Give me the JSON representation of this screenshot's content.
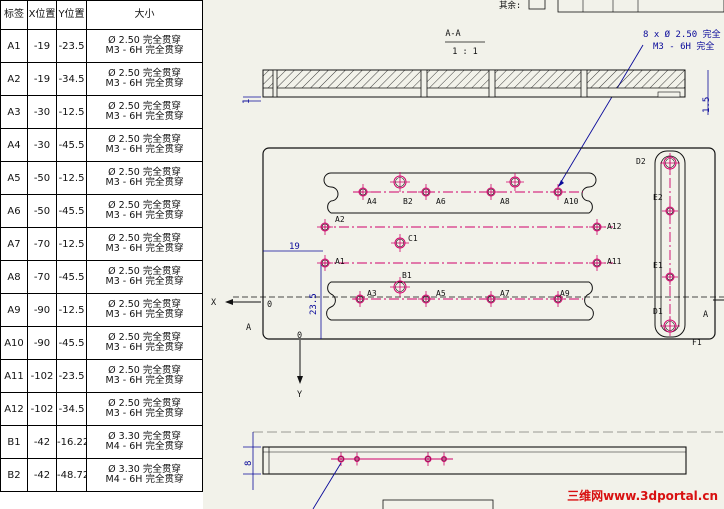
{
  "table": {
    "headers": [
      "标签",
      "X位置",
      "Y位置",
      "大小"
    ],
    "rows": [
      {
        "tag": "A1",
        "x": "-19",
        "y": "-23.5",
        "s1": "Ø 2.50 完全贯穿",
        "s2": "M3 - 6H 完全贯穿"
      },
      {
        "tag": "A2",
        "x": "-19",
        "y": "-34.5",
        "s1": "Ø 2.50 完全贯穿",
        "s2": "M3 - 6H 完全贯穿"
      },
      {
        "tag": "A3",
        "x": "-30",
        "y": "-12.5",
        "s1": "Ø 2.50 完全贯穿",
        "s2": "M3 - 6H 完全贯穿"
      },
      {
        "tag": "A4",
        "x": "-30",
        "y": "-45.5",
        "s1": "Ø 2.50 完全贯穿",
        "s2": "M3 - 6H 完全贯穿"
      },
      {
        "tag": "A5",
        "x": "-50",
        "y": "-12.5",
        "s1": "Ø 2.50 完全贯穿",
        "s2": "M3 - 6H 完全贯穿"
      },
      {
        "tag": "A6",
        "x": "-50",
        "y": "-45.5",
        "s1": "Ø 2.50 完全贯穿",
        "s2": "M3 - 6H 完全贯穿"
      },
      {
        "tag": "A7",
        "x": "-70",
        "y": "-12.5",
        "s1": "Ø 2.50 完全贯穿",
        "s2": "M3 - 6H 完全贯穿"
      },
      {
        "tag": "A8",
        "x": "-70",
        "y": "-45.5",
        "s1": "Ø 2.50 完全贯穿",
        "s2": "M3 - 6H 完全贯穿"
      },
      {
        "tag": "A9",
        "x": "-90",
        "y": "-12.5",
        "s1": "Ø 2.50 完全贯穿",
        "s2": "M3 - 6H 完全贯穿"
      },
      {
        "tag": "A10",
        "x": "-90",
        "y": "-45.5",
        "s1": "Ø 2.50 完全贯穿",
        "s2": "M3 - 6H 完全贯穿"
      },
      {
        "tag": "A11",
        "x": "-102",
        "y": "-23.5",
        "s1": "Ø 2.50 完全贯穿",
        "s2": "M3 - 6H 完全贯穿"
      },
      {
        "tag": "A12",
        "x": "-102",
        "y": "-34.5",
        "s1": "Ø 2.50 完全贯穿",
        "s2": "M3 - 6H 完全贯穿"
      },
      {
        "tag": "B1",
        "x": "-42",
        "y": "-16.22",
        "s1": "Ø 3.30 完全贯穿",
        "s2": "M4 - 6H 完全贯穿"
      },
      {
        "tag": "B2",
        "x": "-42",
        "y": "-48.72",
        "s1": "Ø 3.30 完全贯穿",
        "s2": "M4 - 6H 完全贯穿"
      }
    ]
  },
  "drawing": {
    "section_title": "A-A",
    "scale": "1 : 1",
    "callout_line1": "8 x Ø 2.50 完全",
    "callout_line2": "M3 - 6H 完全",
    "top_fragment": "其余:",
    "dim_19": "19",
    "dim_23_5": "23.5",
    "dim_1": "1",
    "dim_1_5": "1.5",
    "dim_8": "8",
    "origin_x": "0",
    "origin_y": "0",
    "axis_x": "X",
    "axis_y": "Y",
    "section_mark": "A",
    "labels": {
      "A1": "A1",
      "A2": "A2",
      "A3": "A3",
      "A4": "A4",
      "A5": "A5",
      "A6": "A6",
      "A7": "A7",
      "A8": "A8",
      "A9": "A9",
      "A10": "A10",
      "A11": "A11",
      "A12": "A12",
      "B1": "B1",
      "B2": "B2",
      "C1": "C1",
      "D1": "D1",
      "D2": "D2",
      "E1": "E1",
      "E2": "E2",
      "F1": "F1"
    }
  },
  "watermark": "三维网www.3dportal.cn",
  "colors": {
    "hole": "#d0006a",
    "dim": "#0a0a9a",
    "line": "#111111",
    "paper": "#f2f2ea"
  }
}
